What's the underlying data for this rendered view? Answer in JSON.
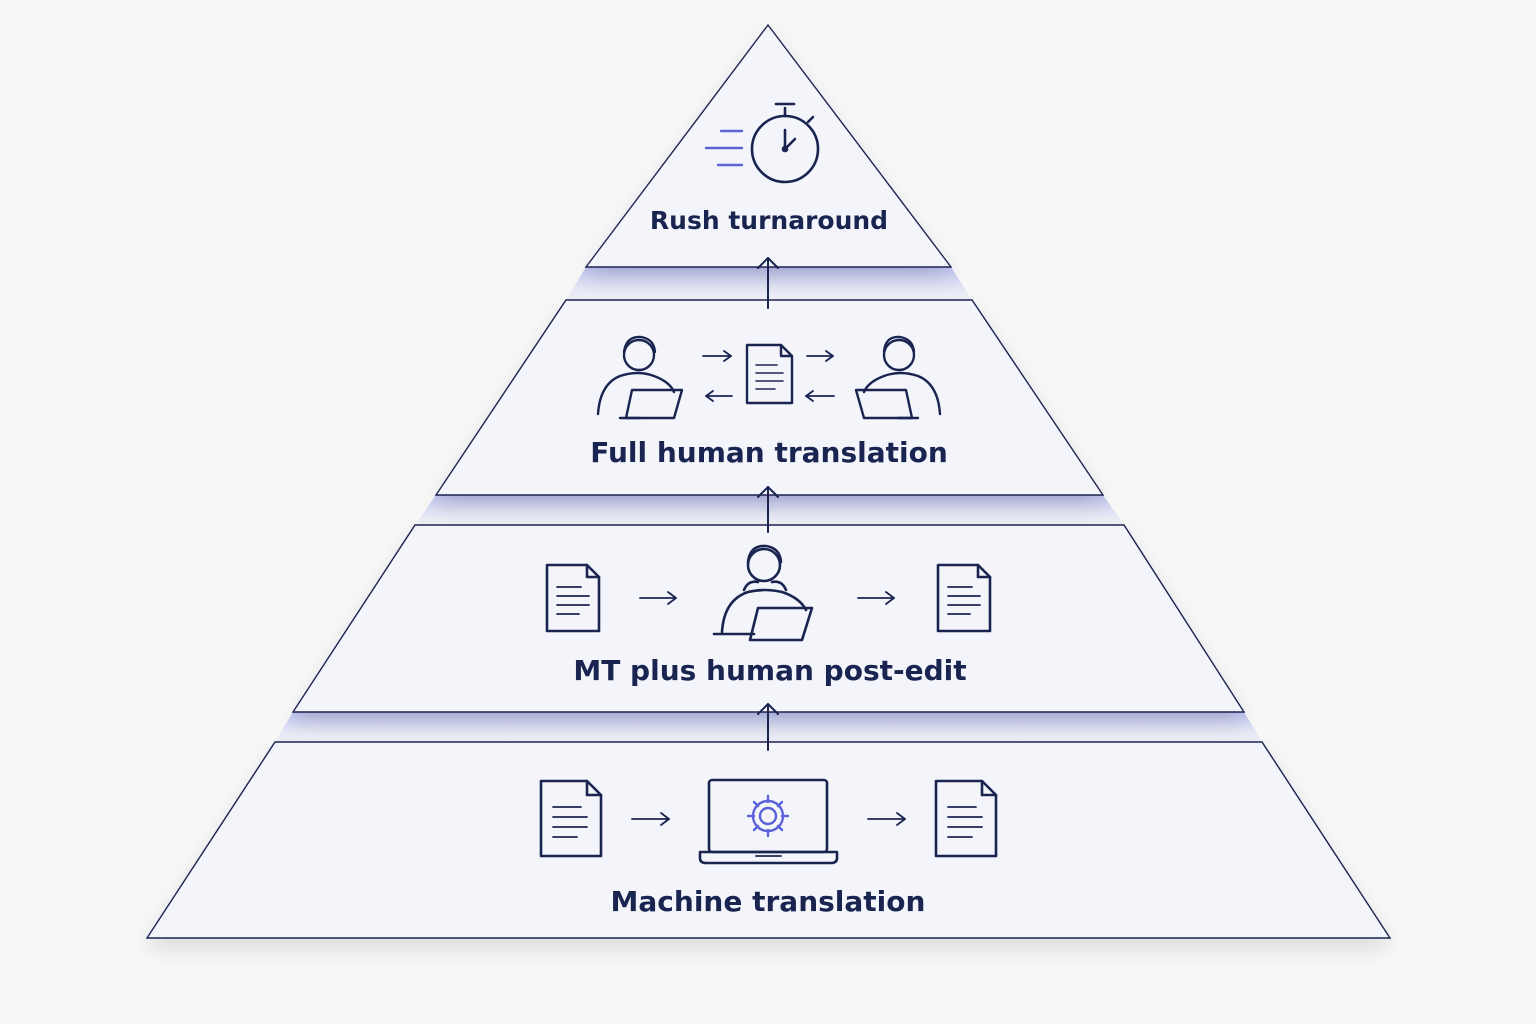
{
  "diagram": {
    "tiers": [
      {
        "id": "rush",
        "label": "Rush turnaround"
      },
      {
        "id": "full-human",
        "label": "Full human translation"
      },
      {
        "id": "mt-post-edit",
        "label": "MT plus human post-edit"
      },
      {
        "id": "machine",
        "label": "Machine translation"
      }
    ],
    "colors": {
      "line": "#1a2451",
      "accent": "#5b63d6",
      "tier_fill": "#f4f5fa",
      "glow": "#c7cbef"
    },
    "icons": {
      "rush": [
        "stopwatch-icon",
        "speed-lines-icon"
      ],
      "full-human": [
        "person-with-laptop-icon",
        "document-icon",
        "exchange-arrows-icon",
        "person-with-laptop-icon"
      ],
      "mt-post-edit": [
        "document-icon",
        "arrow-right-icon",
        "person-with-laptop-icon",
        "arrow-right-icon",
        "document-icon"
      ],
      "machine": [
        "document-icon",
        "arrow-right-icon",
        "laptop-gear-icon",
        "arrow-right-icon",
        "document-icon"
      ]
    }
  }
}
